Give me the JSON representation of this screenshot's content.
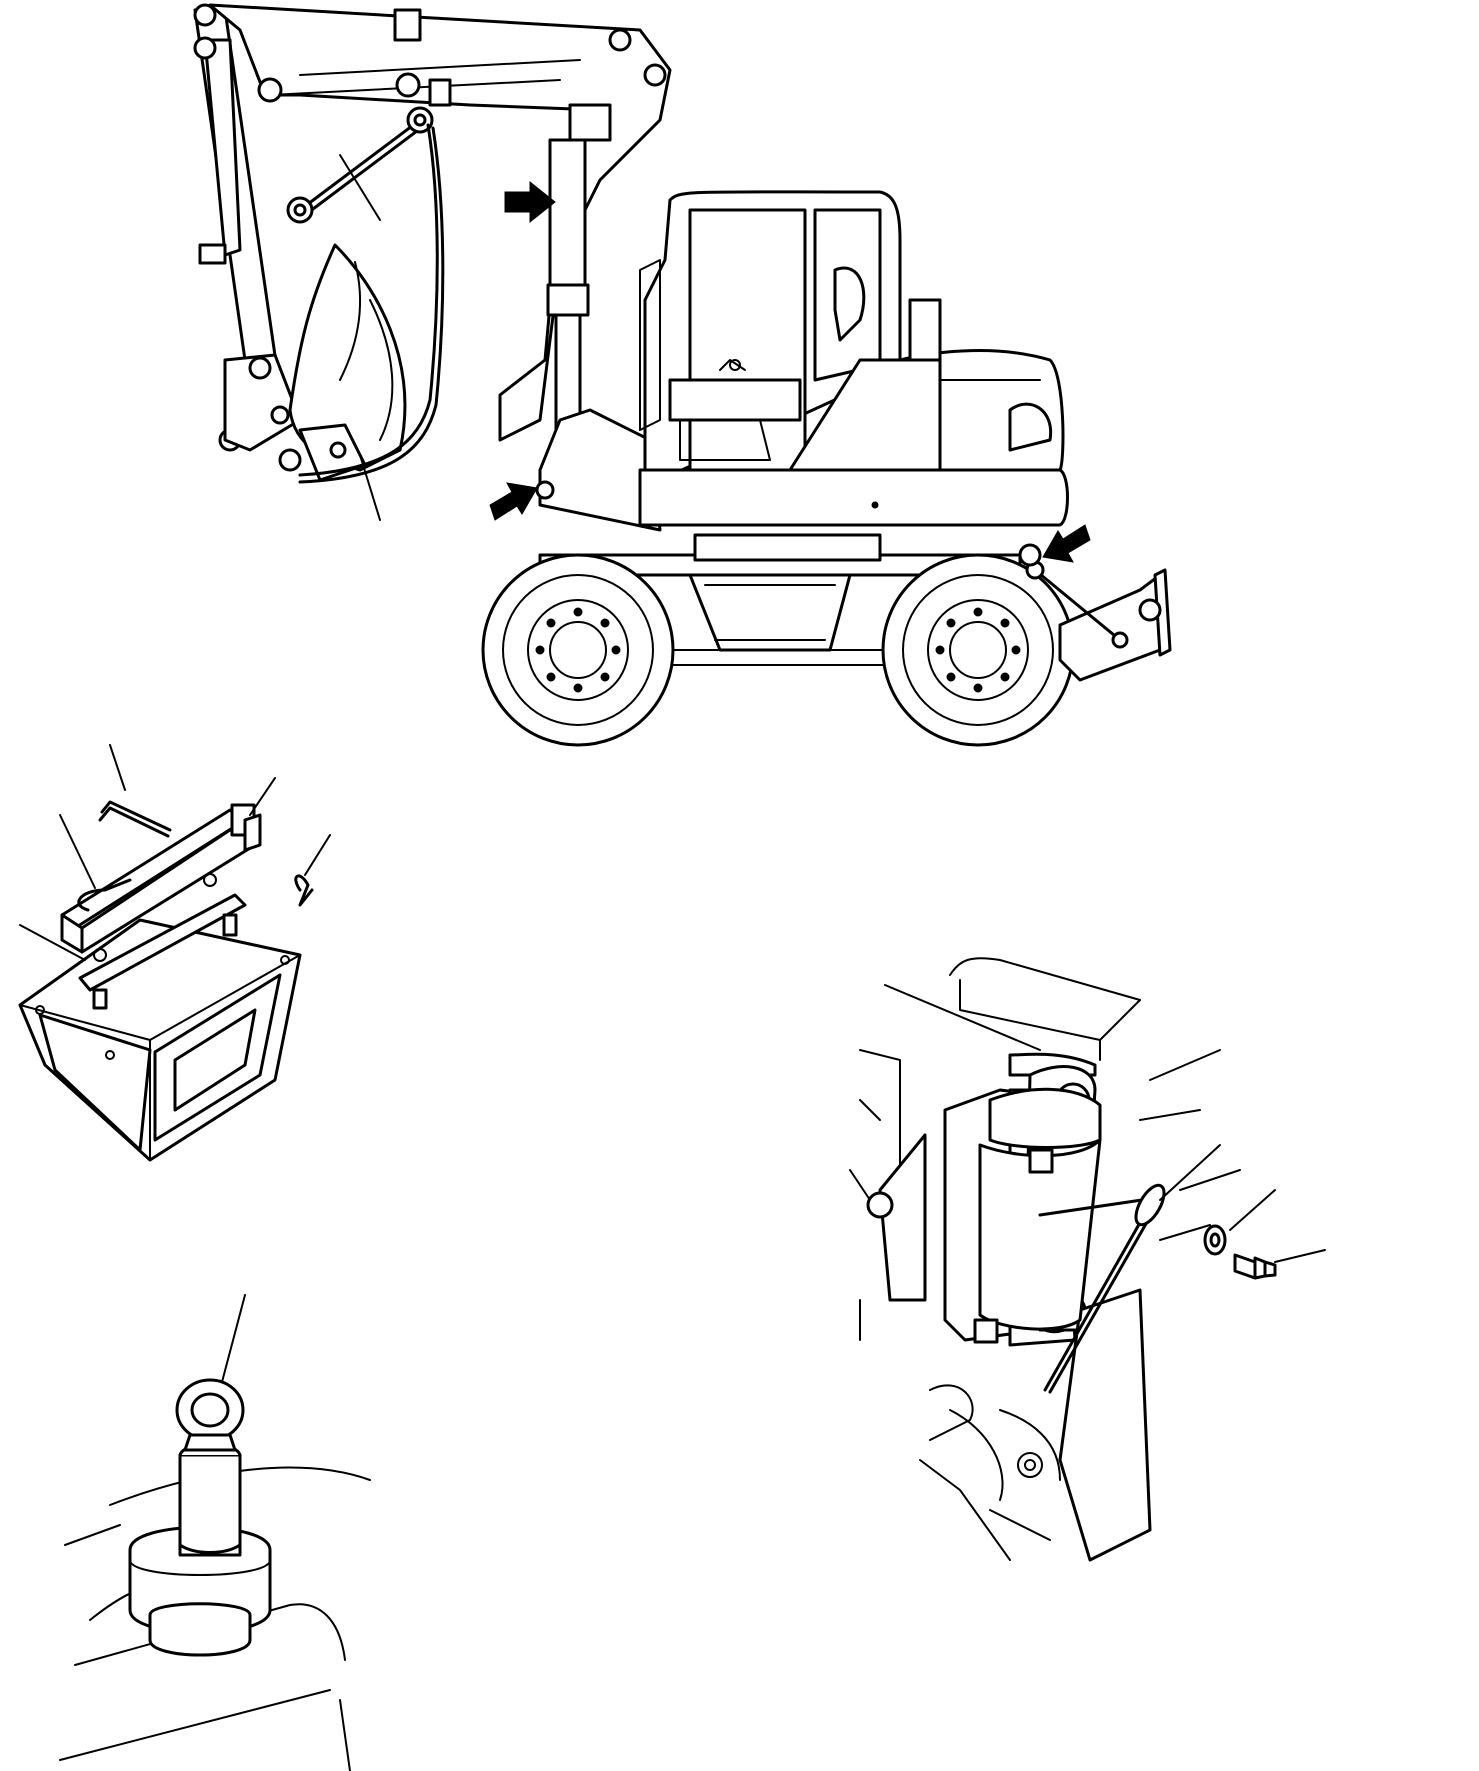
{
  "figure": {
    "views": [
      {
        "id": "machine-side-view",
        "icon": "wheeled-excavator"
      },
      {
        "id": "lock-bar-box-detail",
        "icon": "lock-bar-storage-box"
      },
      {
        "id": "eye-pin-detail",
        "icon": "lifting-eye-pin"
      },
      {
        "id": "boom-lock-detail",
        "icon": "boom-foot-lock-rod"
      }
    ],
    "arrows": [
      "arm-cylinder-arrow",
      "boom-foot-arrow",
      "rear-lock-arrow"
    ],
    "leader_lines": 10,
    "colors": {
      "ink": "#000000",
      "paper": "#ffffff"
    }
  }
}
